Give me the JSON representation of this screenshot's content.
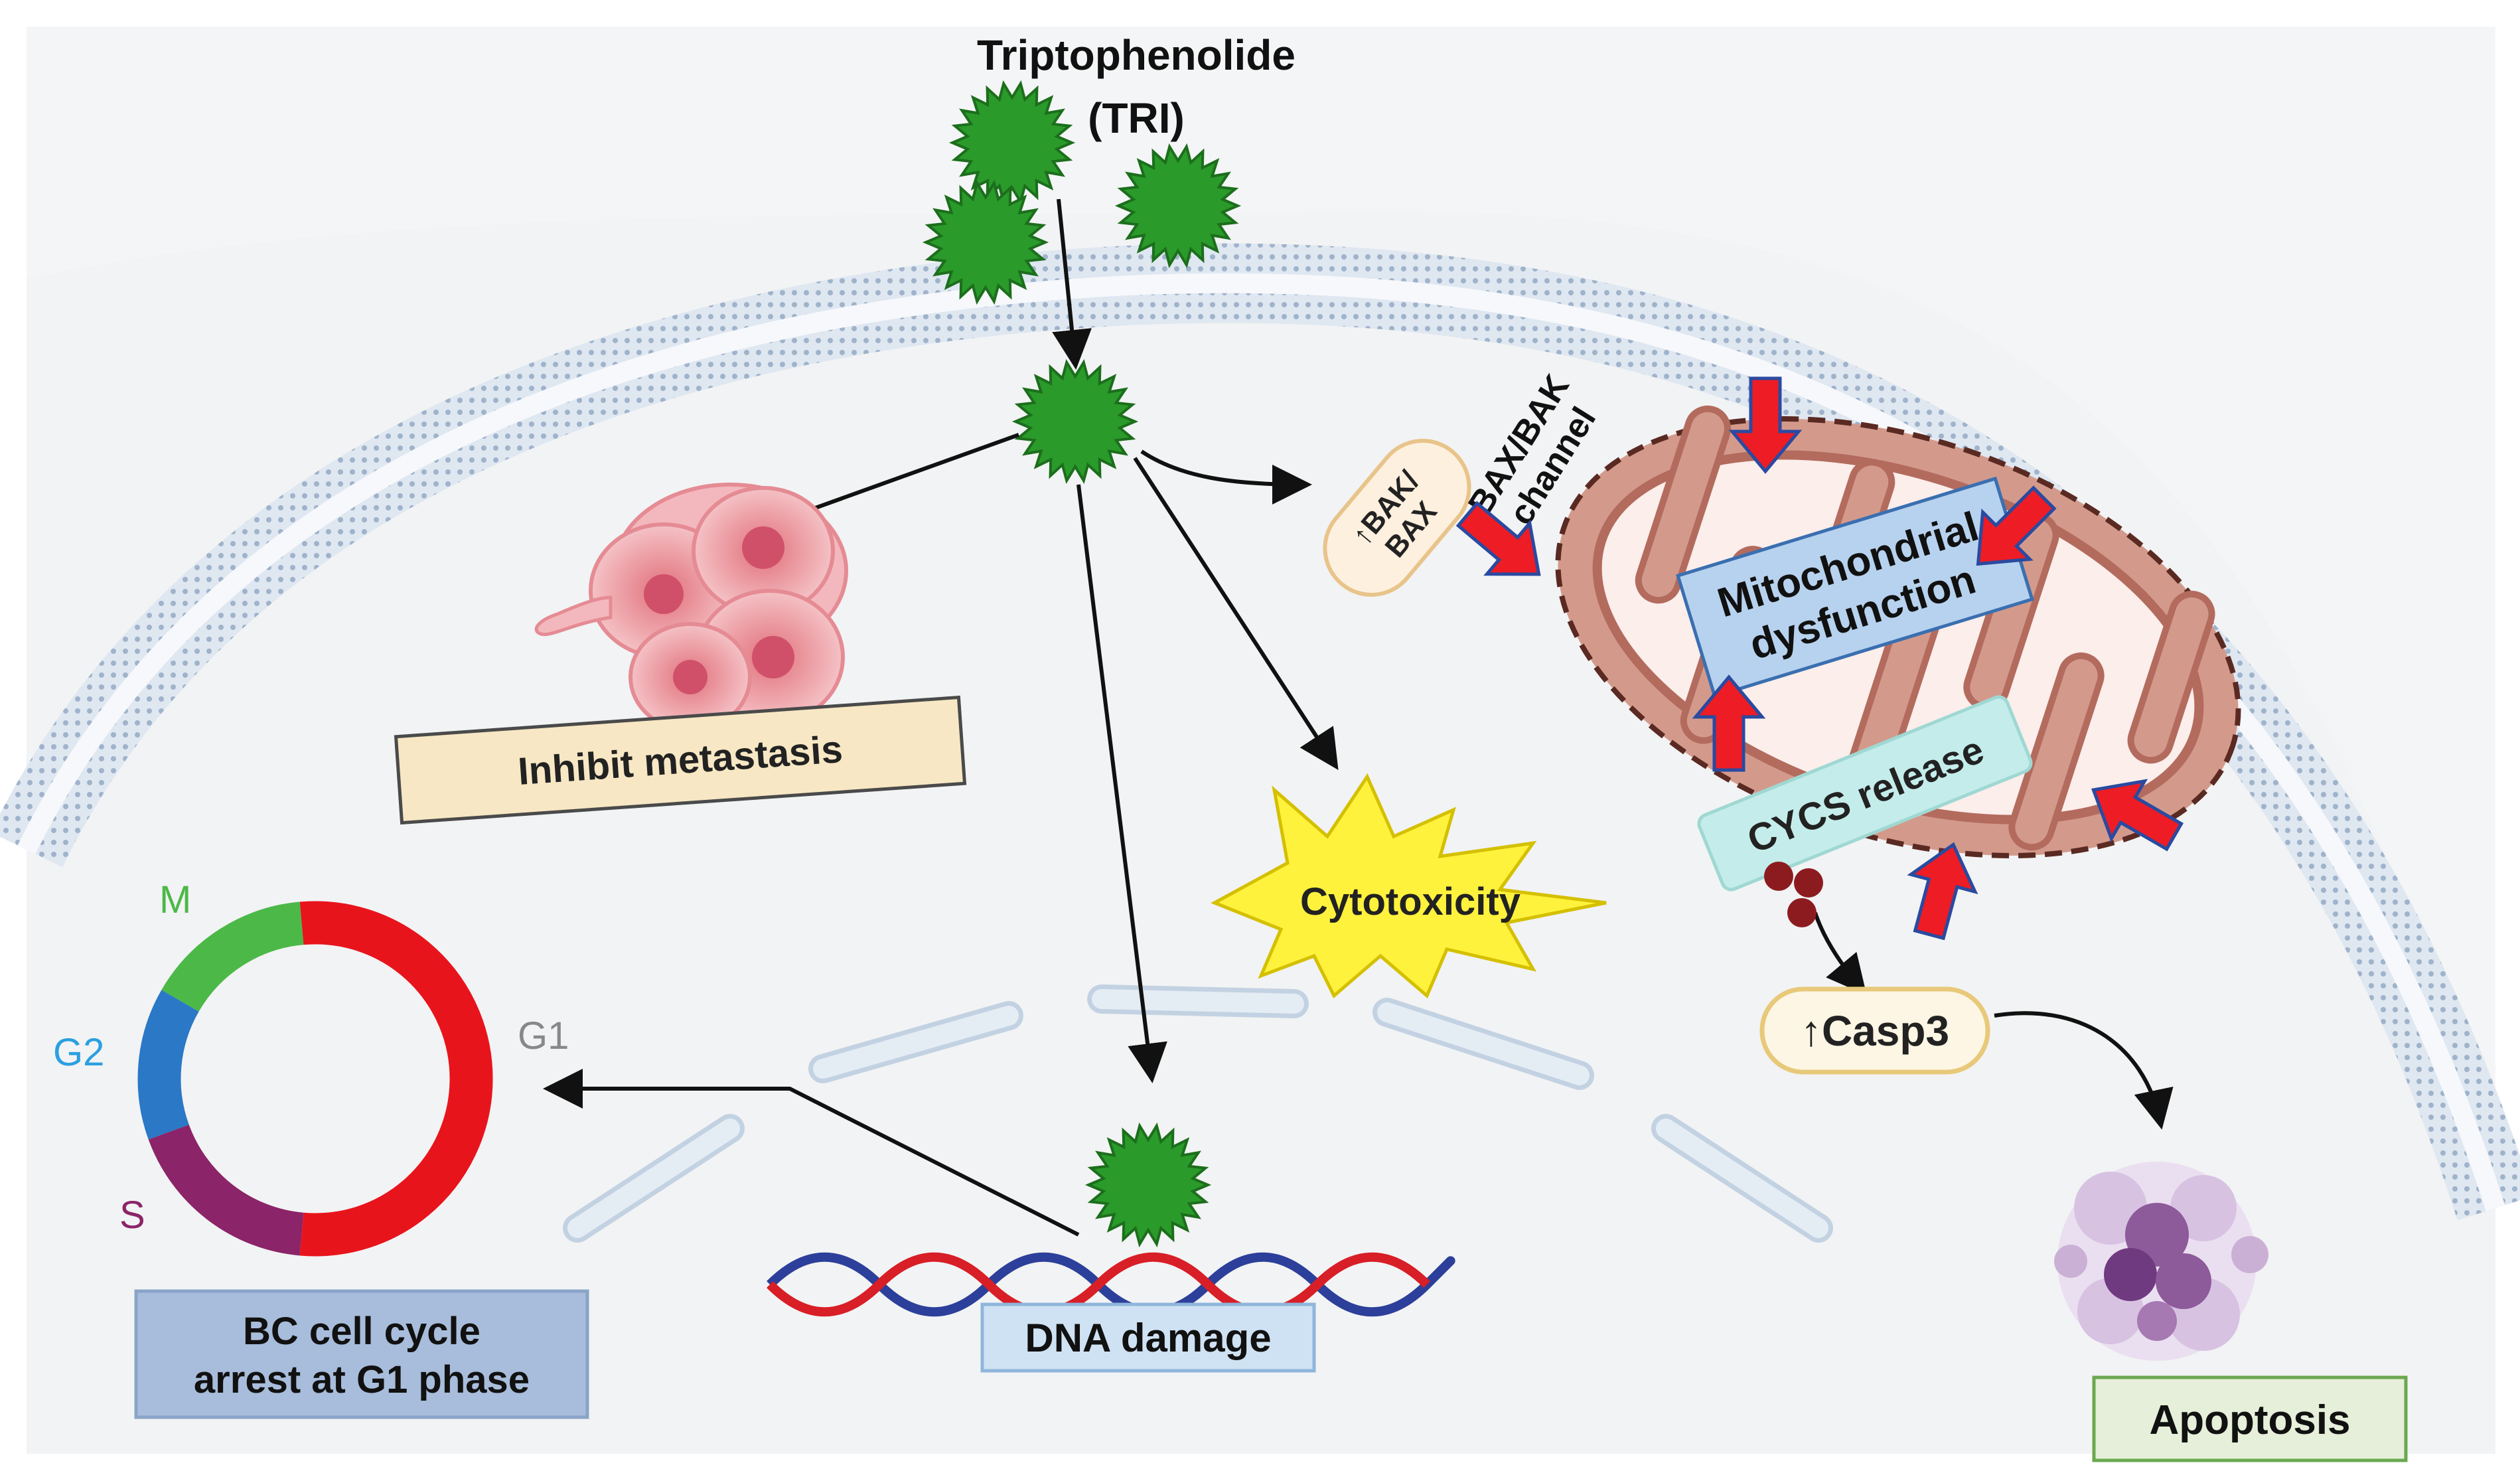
{
  "drug": {
    "name_line1": "Triptophenolide",
    "name_line2": "(TRI)"
  },
  "labels": {
    "bak_bax_line1": "↑BAK/",
    "bak_bax_line2": "BAX",
    "channel_line1": "BAX/BAK",
    "channel_line2": "channel",
    "mito_line1": "Mitochondrial",
    "mito_line2": "dysfunction",
    "cycs_release": "CYCS release",
    "casp3": "↑Casp3",
    "apoptosis": "Apoptosis",
    "cytotoxicity": "Cytotoxicity",
    "inhibit_metastasis": "Inhibit metastasis",
    "dna_damage": "DNA damage",
    "cell_cycle_line1": "BC cell cycle",
    "cell_cycle_line2": "arrest at G1 phase"
  },
  "cell_cycle": {
    "phases": [
      "M",
      "G2",
      "S",
      "G1"
    ],
    "colors": {
      "M": "#4cb848",
      "G2": "#2a78c6",
      "S": "#8b2468",
      "G1": "#e8141c"
    }
  },
  "colors": {
    "drug": "#2a9a2a",
    "membrane": "#b9c9dc",
    "mitochondria": "#c9877a",
    "red_arrow": "#ee1c24",
    "nucleus": "#d8e4ef"
  }
}
